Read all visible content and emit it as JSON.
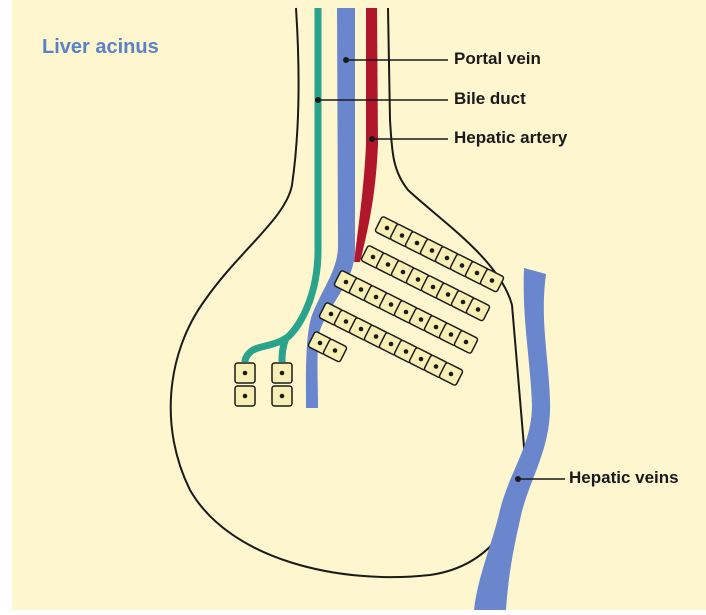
{
  "title": "Liver acinus",
  "labels": {
    "portal_vein": "Portal vein",
    "bile_duct": "Bile duct",
    "hepatic_artery": "Hepatic artery",
    "hepatic_veins": "Hepatic veins"
  },
  "colors": {
    "background": "#fdf6cf",
    "title": "#5a82c4",
    "portal_vein": "#6a86cc",
    "hepatic_veins": "#6a86cc",
    "bile_duct": "#2aa38c",
    "hepatic_artery": "#b0172a",
    "hepatocyte_fill": "#f8efb5",
    "outline": "#1a1a1a"
  },
  "hepatocyte_rows": [
    {
      "cells": 8
    },
    {
      "cells": 8
    },
    {
      "cells": 9
    },
    {
      "cells": 9
    },
    {
      "cells": 2
    }
  ]
}
